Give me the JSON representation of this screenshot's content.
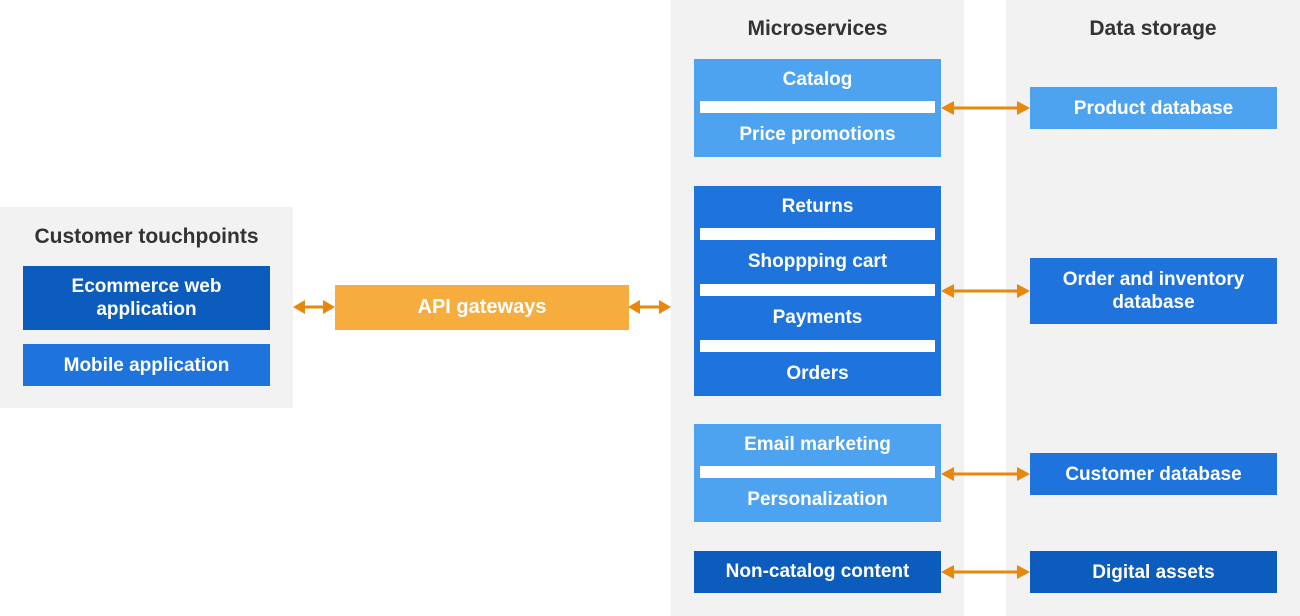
{
  "headings": {
    "touchpoints": "Customer touchpoints",
    "microservices": "Microservices",
    "storage": "Data storage"
  },
  "touchpoints": {
    "web": "Ecommerce web application",
    "mobile": "Mobile application"
  },
  "gateway": "API gateways",
  "microservice_groups": [
    {
      "items": [
        "Catalog",
        "Price promotions"
      ]
    },
    {
      "items": [
        "Returns",
        "Shoppping cart",
        "Payments",
        "Orders"
      ]
    },
    {
      "items": [
        "Email marketing",
        "Personalization"
      ]
    },
    {
      "items": [
        "Non-catalog content"
      ]
    }
  ],
  "storage": {
    "product": "Product database",
    "order": "Order and inventory database",
    "customer": "Customer database",
    "assets": "Digital assets"
  },
  "colors": {
    "panel": "#f2f2f2",
    "light_blue": "#4da3f0",
    "mid_blue": "#1e73dc",
    "dark_blue": "#0b5cbd",
    "gateway_orange": "#f7ad3e",
    "arrow_orange": "#e8870e",
    "heading_text": "#333333"
  }
}
